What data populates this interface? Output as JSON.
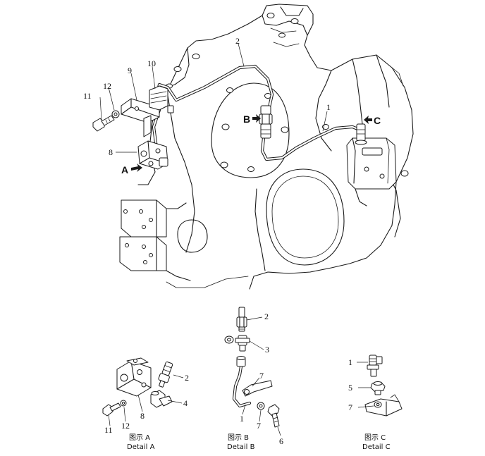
{
  "callouts_main": {
    "c1": "1",
    "c2": "2",
    "c8": "8",
    "c9": "9",
    "c10": "10",
    "c11": "11",
    "c12": "12"
  },
  "detail_markers": {
    "a": "A",
    "b": "B",
    "c": "C"
  },
  "detail_a": {
    "callouts": {
      "c2": "2",
      "c4": "4",
      "c8": "8",
      "c11": "11",
      "c12": "12"
    },
    "caption_cn": "图示 A",
    "caption_en": "Detail A"
  },
  "detail_b": {
    "callouts": {
      "c1": "1",
      "c2": "2",
      "c3": "3",
      "c6": "6",
      "c7a": "7",
      "c7b": "7"
    },
    "caption_cn": "图示 B",
    "caption_en": "Detail B"
  },
  "detail_c": {
    "callouts": {
      "c1": "1",
      "c5": "5",
      "c7": "7"
    },
    "caption_cn": "图示 C",
    "caption_en": "Detail C"
  }
}
